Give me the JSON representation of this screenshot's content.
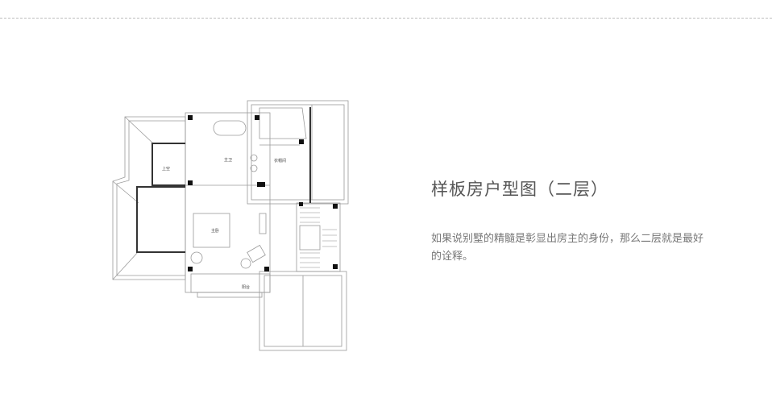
{
  "section": {
    "title": "样板房户型图（二层）",
    "description": "如果说别墅的精髓是彰显出房主的身份，那么二层就是最好的诠释。"
  },
  "floor_plan": {
    "room_labels": [
      "主卫",
      "衣帽间",
      "主卧",
      "上空",
      "阳台"
    ]
  }
}
